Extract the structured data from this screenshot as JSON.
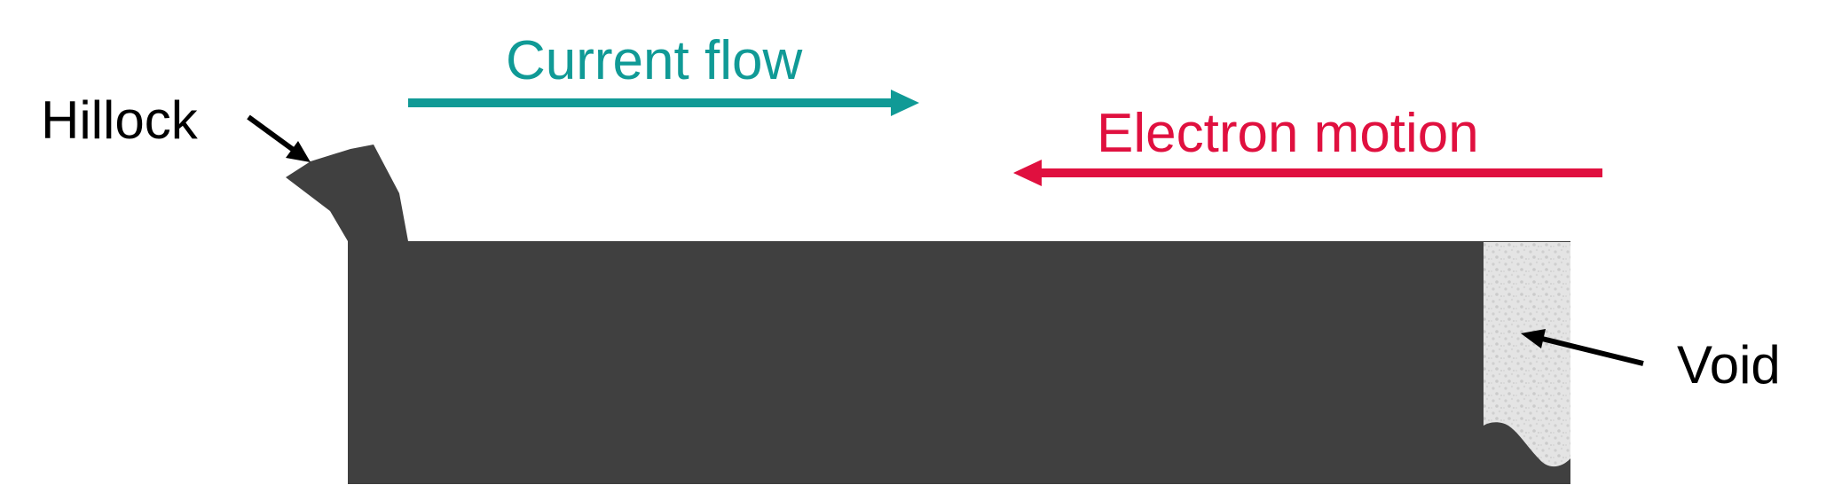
{
  "labels": {
    "current_flow": "Current flow",
    "electron_motion": "Electron motion",
    "hillock": "Hillock",
    "void": "Void"
  },
  "colors": {
    "current_flow": "#109a96",
    "electron_motion": "#e0103f",
    "conductor": "#404040",
    "void_fill": "#e2e2e2",
    "annotation": "#000000"
  }
}
